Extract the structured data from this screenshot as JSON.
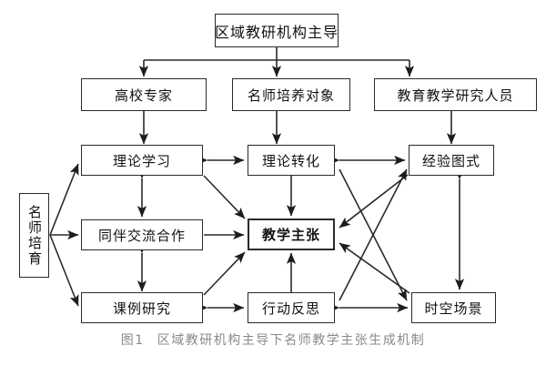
{
  "figure": {
    "caption_number": "图1",
    "caption_text": "区域教研机构主导下名师教学主张生成机制",
    "background": "#ffffff",
    "line_color": "#2a2a2a",
    "caption_color": "#8a8a8a"
  },
  "nodes": {
    "root": "区域教研机构主导",
    "expert": "高校专家",
    "trainee": "名师培养对象",
    "researcher": "教育教学研究人员",
    "cultivation": "名师培育",
    "theory_learning": "理论学习",
    "theory_transform": "理论转化",
    "experience_schema": "经验图式",
    "peer_exchange": "同伴交流合作",
    "teaching_claim": "教学主张",
    "case_study": "课例研究",
    "action_reflection": "行动反思",
    "time_space_scene": "时空场景"
  },
  "chart_data": {
    "type": "diagram",
    "title": "区域教研机构主导下名师教学主张生成机制",
    "nodes": [
      {
        "id": "root",
        "label": "区域教研机构主导",
        "level": 1
      },
      {
        "id": "expert",
        "label": "高校专家",
        "level": 2
      },
      {
        "id": "trainee",
        "label": "名师培养对象",
        "level": 2
      },
      {
        "id": "researcher",
        "label": "教育教学研究人员",
        "level": 2
      },
      {
        "id": "cultivation",
        "label": "名师培育",
        "level": 3,
        "orientation": "vertical"
      },
      {
        "id": "theory_learning",
        "label": "理论学习",
        "level": 3
      },
      {
        "id": "theory_transform",
        "label": "理论转化",
        "level": 3
      },
      {
        "id": "experience_schema",
        "label": "经验图式",
        "level": 3
      },
      {
        "id": "peer_exchange",
        "label": "同伴交流合作",
        "level": 3
      },
      {
        "id": "teaching_claim",
        "label": "教学主张",
        "level": 3,
        "emphasis": true
      },
      {
        "id": "case_study",
        "label": "课例研究",
        "level": 3
      },
      {
        "id": "action_reflection",
        "label": "行动反思",
        "level": 3
      },
      {
        "id": "time_space_scene",
        "label": "时空场景",
        "level": 3
      }
    ],
    "edges": [
      {
        "from": "root",
        "to": "expert",
        "type": "single"
      },
      {
        "from": "root",
        "to": "trainee",
        "type": "single"
      },
      {
        "from": "root",
        "to": "researcher",
        "type": "single"
      },
      {
        "from": "expert",
        "to": "theory_learning",
        "type": "single"
      },
      {
        "from": "trainee",
        "to": "theory_transform",
        "type": "single"
      },
      {
        "from": "researcher",
        "to": "experience_schema",
        "type": "single"
      },
      {
        "from": "cultivation",
        "to": "theory_learning",
        "type": "single"
      },
      {
        "from": "cultivation",
        "to": "peer_exchange",
        "type": "single"
      },
      {
        "from": "cultivation",
        "to": "case_study",
        "type": "single"
      },
      {
        "from": "theory_learning",
        "to": "peer_exchange",
        "type": "double"
      },
      {
        "from": "peer_exchange",
        "to": "case_study",
        "type": "double"
      },
      {
        "from": "theory_learning",
        "to": "theory_transform",
        "type": "double"
      },
      {
        "from": "theory_transform",
        "to": "experience_schema",
        "type": "double"
      },
      {
        "from": "theory_learning",
        "to": "teaching_claim",
        "type": "single"
      },
      {
        "from": "peer_exchange",
        "to": "teaching_claim",
        "type": "single"
      },
      {
        "from": "case_study",
        "to": "teaching_claim",
        "type": "single"
      },
      {
        "from": "theory_transform",
        "to": "teaching_claim",
        "type": "single"
      },
      {
        "from": "action_reflection",
        "to": "teaching_claim",
        "type": "single"
      },
      {
        "from": "experience_schema",
        "to": "teaching_claim",
        "type": "single"
      },
      {
        "from": "time_space_scene",
        "to": "teaching_claim",
        "type": "single"
      },
      {
        "from": "case_study",
        "to": "action_reflection",
        "type": "double"
      },
      {
        "from": "action_reflection",
        "to": "time_space_scene",
        "type": "double"
      },
      {
        "from": "experience_schema",
        "to": "time_space_scene",
        "type": "double"
      },
      {
        "from": "action_reflection",
        "to": "experience_schema",
        "type": "single"
      },
      {
        "from": "theory_transform",
        "to": "time_space_scene",
        "type": "single"
      }
    ]
  }
}
